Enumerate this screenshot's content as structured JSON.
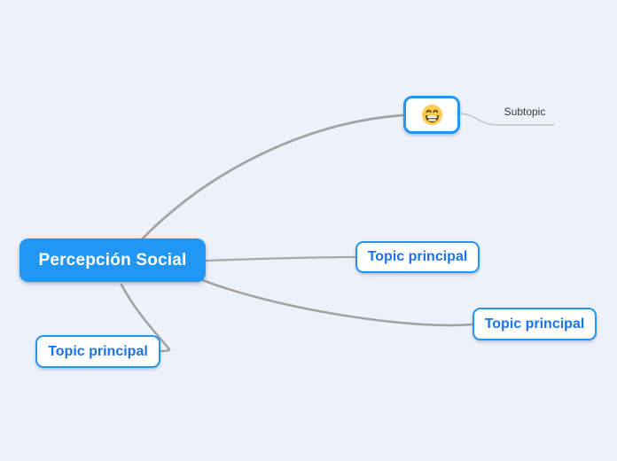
{
  "app": "mindmap-canvas",
  "mindmap": {
    "root": {
      "label": "Percepción Social"
    },
    "topics": [
      {
        "label": "Topic principal",
        "placement": "right-middle"
      },
      {
        "label": "Topic principal",
        "placement": "right-bottom"
      },
      {
        "label": "Topic principal",
        "placement": "left-bottom"
      }
    ],
    "emoji_topic": {
      "emoji": "😁",
      "name": "beaming-face-with-smiling-eyes",
      "placement": "top-right"
    },
    "subtopic": {
      "label": "Subtopic",
      "style": "underline-text",
      "parent": "emoji_topic"
    },
    "connections": [
      {
        "from": "root",
        "to": "emoji_topic"
      },
      {
        "from": "root",
        "to": "topics.0"
      },
      {
        "from": "root",
        "to": "topics.1"
      },
      {
        "from": "root",
        "to": "topics.2"
      },
      {
        "from": "emoji_topic",
        "to": "subtopic"
      }
    ]
  },
  "colors": {
    "canvas_background": "#edf1fa",
    "root_fill": "#2196f3",
    "node_border": "#2196f3",
    "topic_text": "#1a73e8",
    "root_text": "#ffffff",
    "branch_line": "#a3a3a3",
    "subtopic_line": "#c2c2c2",
    "subtopic_text": "#3a3a3a"
  }
}
